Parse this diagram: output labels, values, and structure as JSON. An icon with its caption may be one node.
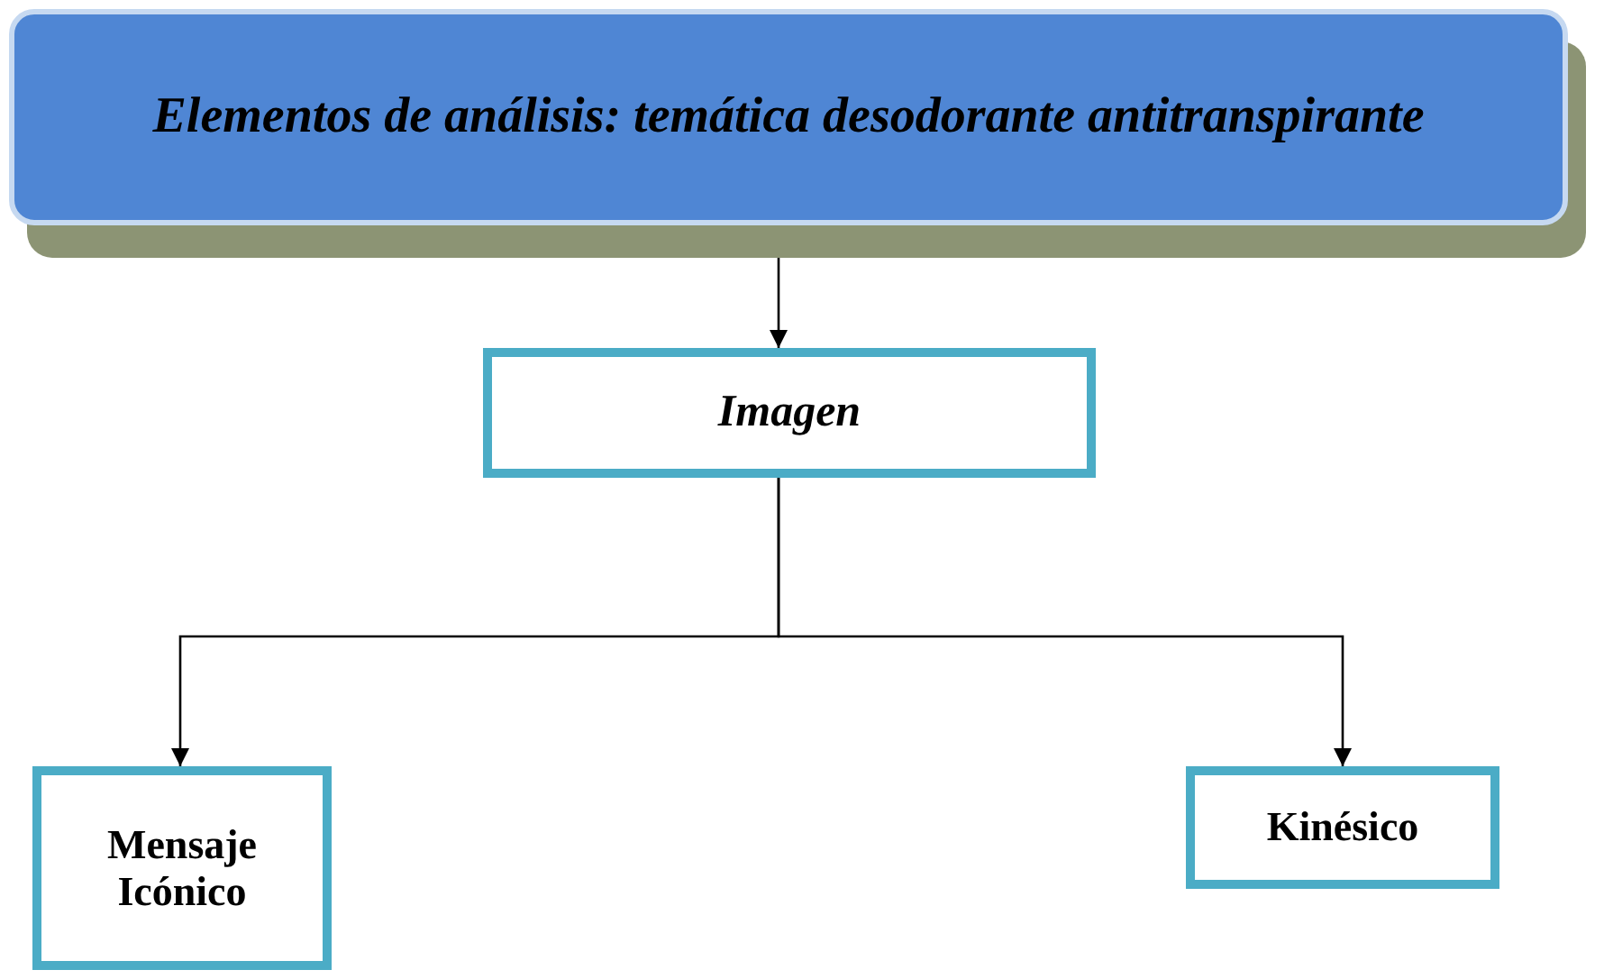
{
  "diagram": {
    "nodes": [
      {
        "text": [
          "Elementos de análisis: temática desodorante antitranspirante"
        ]
      },
      {
        "text": [
          "Imagen"
        ]
      },
      {
        "text": [
          "Mensaje Icónico"
        ]
      },
      {
        "text": [
          "Kinésico"
        ]
      }
    ],
    "edges": [
      {
        "from": 0,
        "to": 1,
        "arrow": "to"
      },
      {
        "from": 1,
        "to": 2,
        "arrow": "to"
      },
      {
        "from": 1,
        "to": 3,
        "arrow": "to"
      }
    ]
  }
}
